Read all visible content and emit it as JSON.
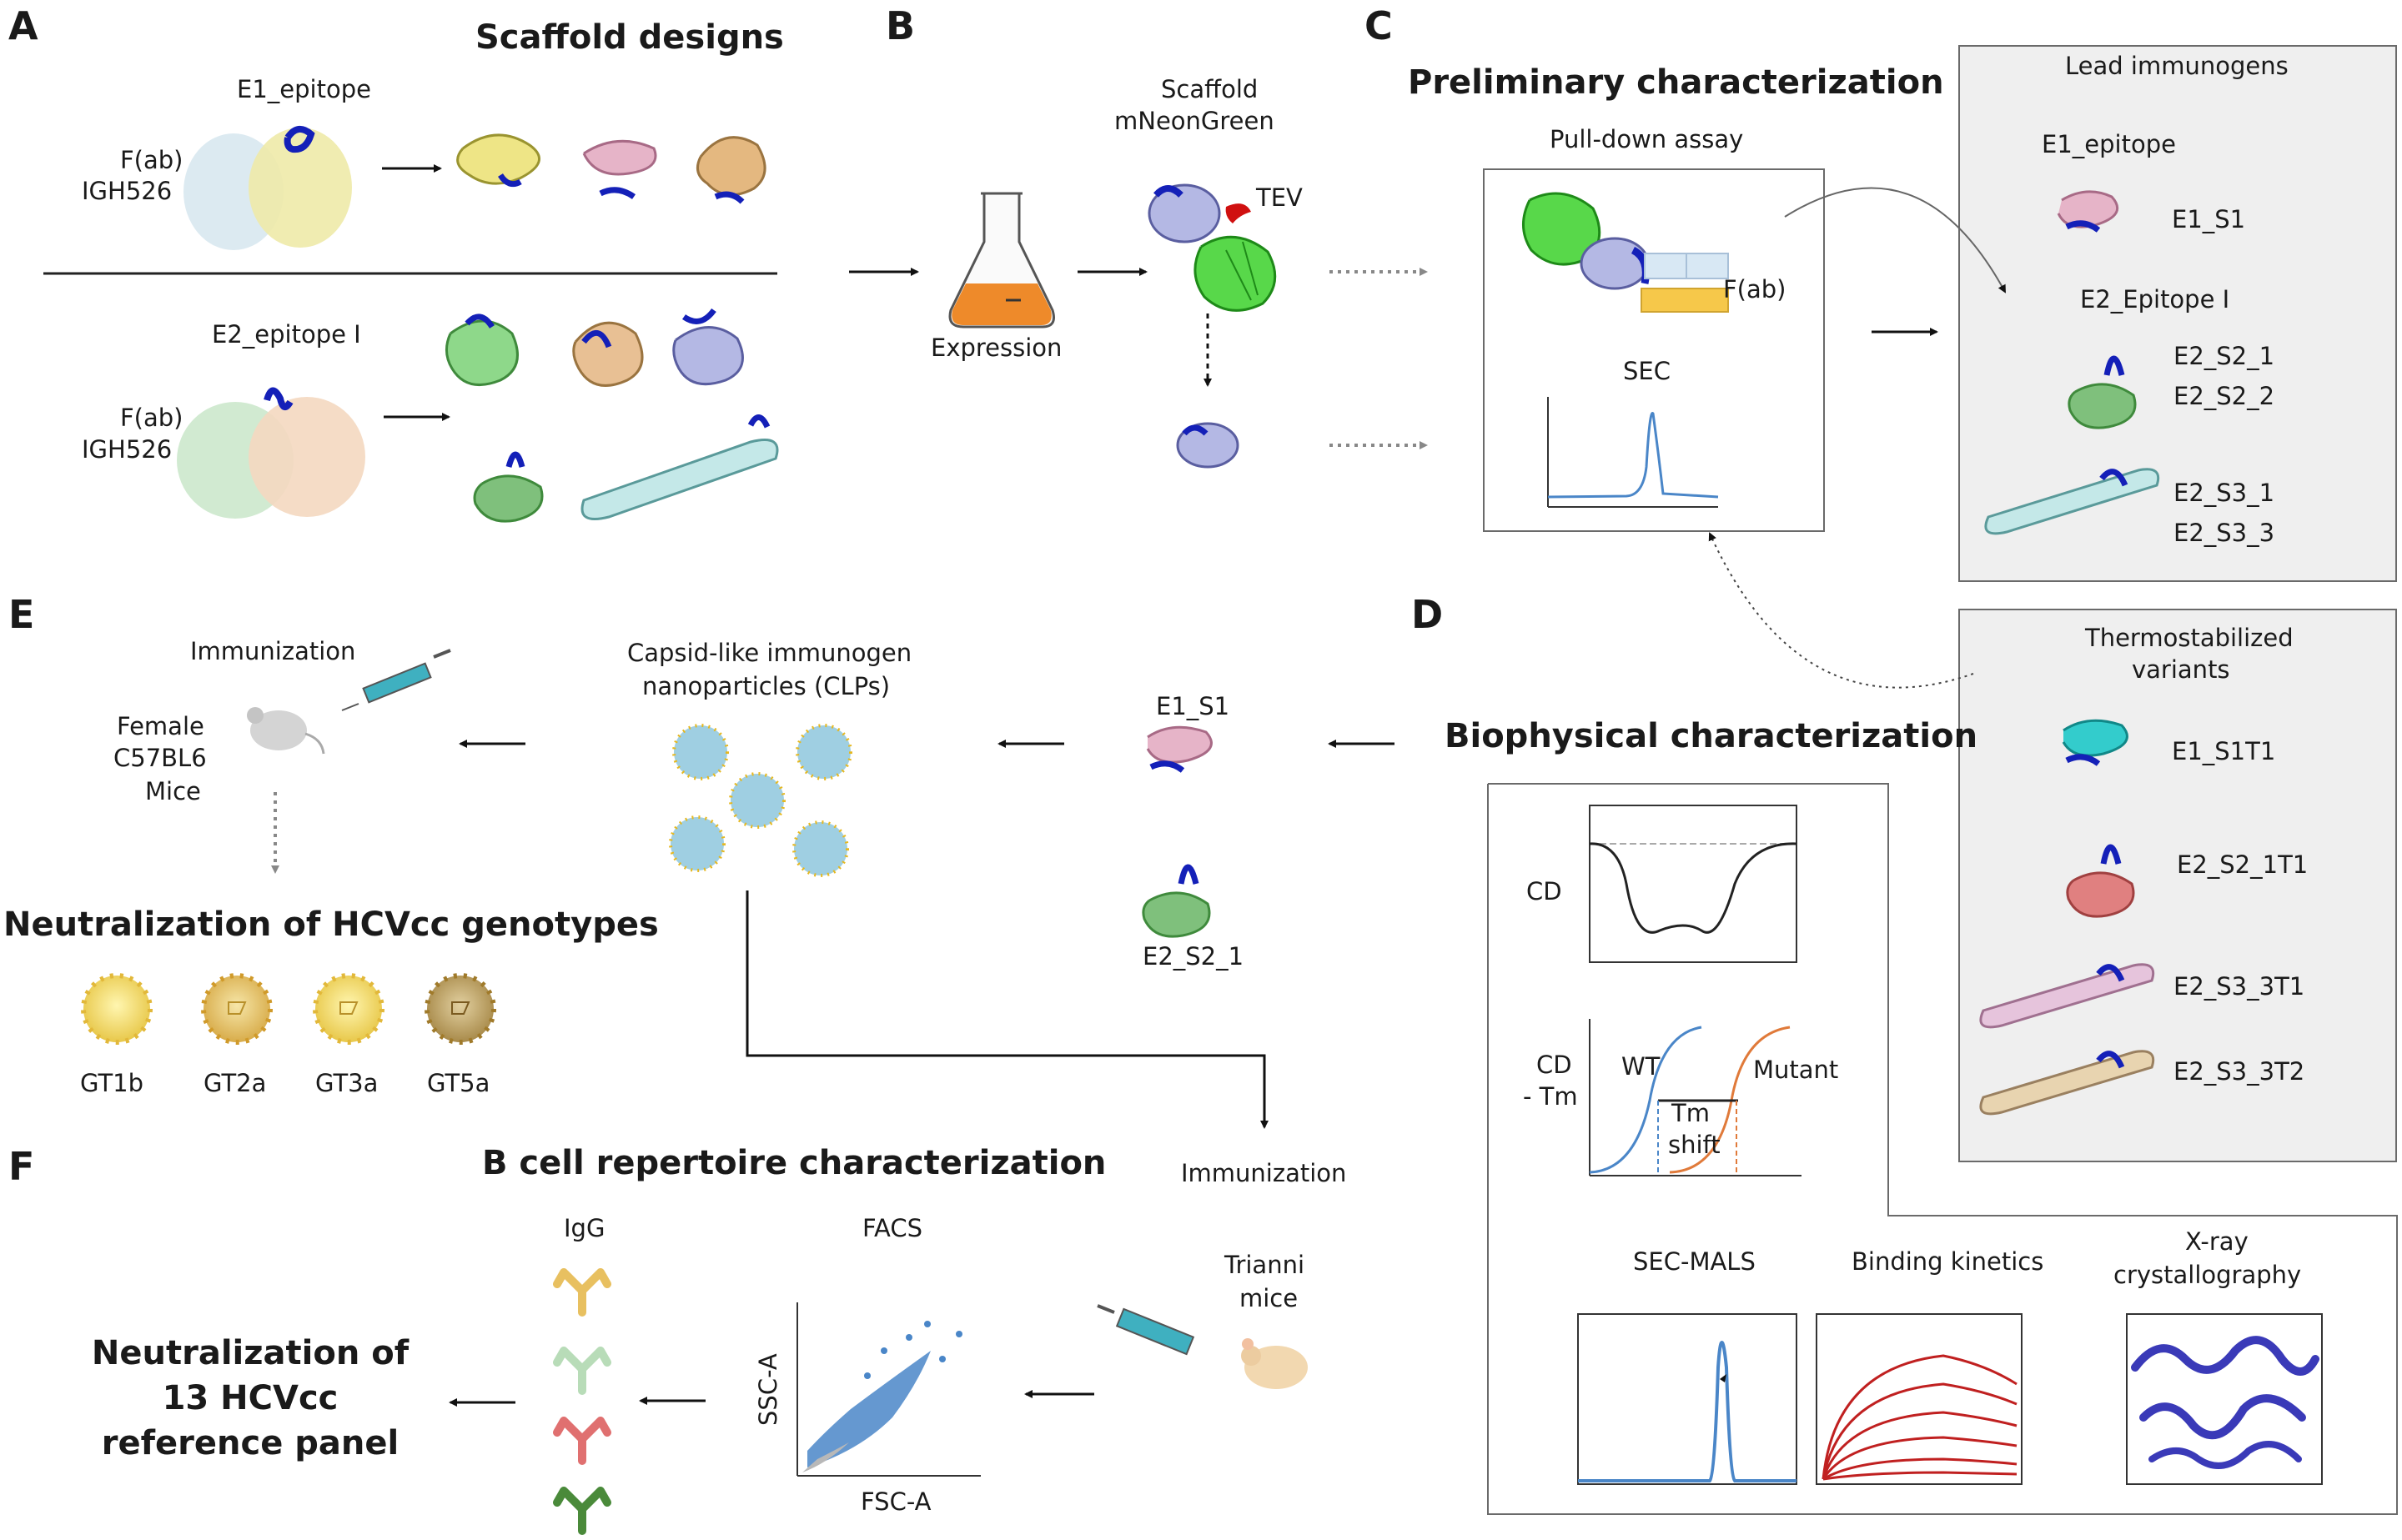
{
  "panels": {
    "A": {
      "letter": "A",
      "title": "Scaffold designs",
      "epitope1": "E1_epitope",
      "fab1_line1": "F(ab)",
      "fab1_line2": "IGH526",
      "epitope2": "E2_epitope I",
      "fab2_line1": "F(ab)",
      "fab2_line2": "IGH526"
    },
    "B": {
      "letter": "B",
      "expression": "Expression",
      "scaffold_line1": "Scaffold",
      "scaffold_line2": "mNeonGreen",
      "tev": "TEV"
    },
    "C": {
      "letter": "C",
      "title": "Preliminary characterization",
      "pulldown": "Pull-down assay",
      "fab": "F(ab)",
      "sec": "SEC",
      "lead_title": "Lead immunogens",
      "lead_e1": "E1_epitope",
      "lead_e1_s1": "E1_S1",
      "lead_e2": "E2_Epitope I",
      "lead_items": [
        "E2_S2_1",
        "E2_S2_2",
        "E2_S3_1",
        "E2_S3_3"
      ]
    },
    "D": {
      "letter": "D",
      "thermo_line1": "Thermostabilized",
      "thermo_line2": "variants",
      "thermo_items": [
        "E1_S1T1",
        "E2_S2_1T1",
        "E2_S3_3T1",
        "E2_S3_3T2"
      ],
      "title": "Biophysical characterization",
      "cd": "CD",
      "cdtm_line1": "CD",
      "cdtm_line2": "- Tm",
      "wt": "WT",
      "mutant": "Mutant",
      "tm_line1": "Tm",
      "tm_line2": "shift",
      "secmals": "SEC-MALS",
      "binding": "Binding kinetics",
      "xray_line1": "X-ray",
      "xray_line2": "crystallography"
    },
    "E": {
      "letter": "E",
      "immunization": "Immunization",
      "mice_line1": "Female",
      "mice_line2": "C57BL6",
      "mice_line3": "Mice",
      "clp_line1": "Capsid-like immunogen",
      "clp_line2": "nanoparticles (CLPs)",
      "e1s1": "E1_S1",
      "e2s21": "E2_S2_1",
      "neut_title": "Neutralization of HCVcc genotypes",
      "genotypes": [
        "GT1b",
        "GT2a",
        "GT3a",
        "GT5a"
      ]
    },
    "F": {
      "letter": "F",
      "title": "B cell repertoire characterization",
      "immunization": "Immunization",
      "trianni_line1": "Trianni",
      "trianni_line2": "mice",
      "facs": "FACS",
      "ssc": "SSC-A",
      "fsc": "FSC-A",
      "igg": "IgG",
      "neut_line1": "Neutralization of",
      "neut_line2": "13 HCVcc",
      "neut_line3": "reference panel"
    }
  },
  "colors": {
    "epitope_blue": "#1420b8",
    "yellow": "#e8e07a",
    "pink": "#e2a9c0",
    "tan": "#e0b27a",
    "green": "#6cc86a",
    "lavender": "#a9aee0",
    "cyan": "#a9e0e0",
    "flask_orange": "#ee8a2a",
    "tev_red": "#d01010",
    "sec_blue": "#4a86c8",
    "mutant_orange": "#e07a3a",
    "fit_red": "#c02020",
    "nanoparticle": "#9fcfe2",
    "nanoparticle_spike": "#e6b820"
  }
}
